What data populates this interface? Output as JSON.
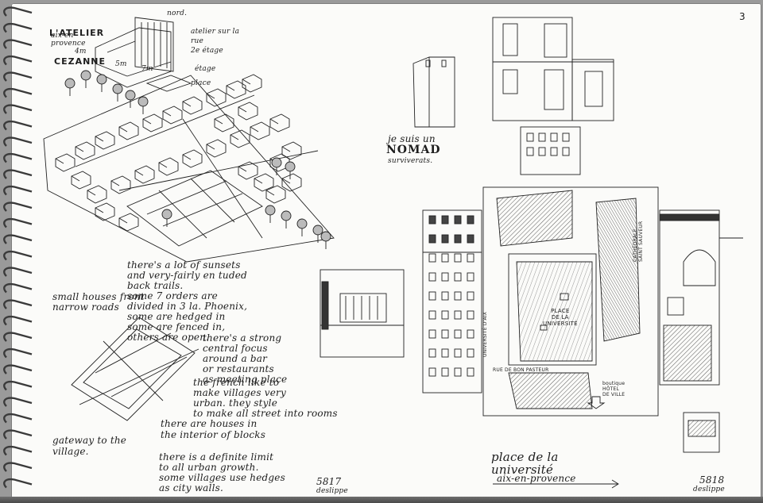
{
  "page": {
    "number": "3",
    "title_lines": [
      "L'ATELIER",
      "CEZANNE"
    ],
    "city_note": "aix-en-\nprovence",
    "floor_note": "4m",
    "nord": "nord.",
    "atelier_note": "atelier sur la\nrue\n2e étage",
    "etage_note": "étage",
    "dims": [
      "5m",
      "7m"
    ],
    "place_note": "place",
    "note_sunsets": "there's a lot of sunsets\nand very-fairly en tuded\nback trails.\nsome 7 orders are\ndivided in 3 la. Phoenix,\nsome are hedged in\nsome are fenced in,\nothers are open.",
    "note_small_houses": "small houses front\nnarrow roads",
    "note_central": "there's a strong\ncentral focus\naround a bar\nor restaurants\nas meeting place",
    "note_french": "the french like to\nmake villages very\nurban. they style\nto make all street into rooms",
    "note_houses": "there are houses in\nthe interior of blocks",
    "note_gateway": "gateway to the\nvillage.",
    "note_limit": "there is a definite limit\nto all urban growth.\nsome villages use hedges\nas city walls.",
    "nomad_line1": "je suis un",
    "nomad_word": "NOMAD",
    "nomad_line2": "surviverats.",
    "map_place": "PLACE\nDE LA\nUNIVERSITÉ",
    "map_universite": "UNIVERSITÉ D'AIX",
    "map_cathedrale": "CATHÉDRALE\nSAINT SAUVEUR",
    "map_rue": "RUE DE BON PASTEUR",
    "map_hotel": "boutique\nHÔTEL\nDE VILLE",
    "place_title": "place de la\nuniversité",
    "place_city": "aix-en-provence",
    "date_left": "5817",
    "sig_left": "deslippe",
    "date_right": "5818",
    "sig_right": "deslippe"
  },
  "colors": {
    "paper": "#fbfbf9",
    "ink": "#1d1d1d",
    "background": "#9a9a9a"
  }
}
